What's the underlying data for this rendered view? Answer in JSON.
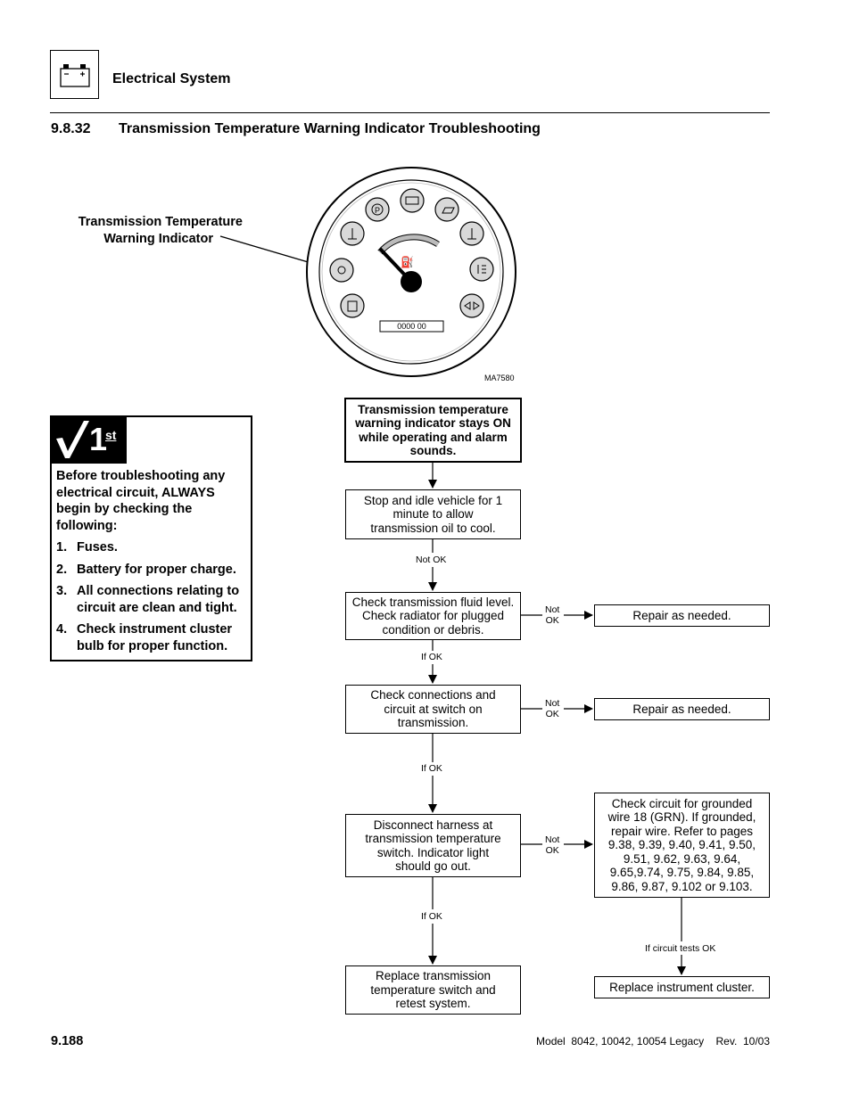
{
  "header": {
    "title": "Electrical System",
    "icon": "battery-icon"
  },
  "section": {
    "number": "9.8.32",
    "title": "Transmission Temperature Warning Indicator Troubleshooting"
  },
  "gauge": {
    "callout_line1": "Transmission Temperature",
    "callout_line2": "Warning Indicator",
    "hour_meter": "0000 00",
    "figure_id": "MA7580"
  },
  "note": {
    "badge_text": "1",
    "badge_sup": "st",
    "intro": "Before troubleshooting any electrical circuit, ALWAYS begin by checking the following:",
    "items": [
      {
        "num": "1.",
        "text": "Fuses."
      },
      {
        "num": "2.",
        "text": "Battery for proper charge."
      },
      {
        "num": "3.",
        "text": "All connections relating to circuit are clean and tight."
      },
      {
        "num": "4.",
        "text": "Check instrument cluster bulb for proper function."
      }
    ]
  },
  "flow": {
    "start": "Transmission temperature warning indicator stays ON while operating and alarm sounds.",
    "step1": "Stop and idle vehicle for 1 minute to allow transmission oil to cool.",
    "step1_out": "Not OK",
    "step2": "Check transmission fluid level. Check radiator for plugged condition or debris.",
    "step2_not_a": "Not",
    "step2_not_b": "OK",
    "step2_fix": "Repair as needed.",
    "step2_out": "If OK",
    "step3": "Check connections and circuit at switch on transmission.",
    "step3_not_a": "Not",
    "step3_not_b": "OK",
    "step3_fix": "Repair as needed.",
    "step3_out": "If OK",
    "step4": "Disconnect harness at transmission temperature switch. Indicator light should go out.",
    "step4_not_a": "Not",
    "step4_not_b": "OK",
    "step4_fix": "Check circuit for grounded wire 18 (GRN). If grounded, repair wire. Refer to pages 9.38, 9.39, 9.40, 9.41, 9.50, 9.51, 9.62, 9.63, 9.64, 9.65,9.74, 9.75, 9.84, 9.85, 9.86, 9.87, 9.102 or 9.103.",
    "step4_fix_out": "If circuit tests OK",
    "step4_fix_end": "Replace instrument cluster.",
    "step4_out": "If OK",
    "end": "Replace transmission temperature switch and retest system."
  },
  "footer": {
    "page": "9.188",
    "model": "Model  8042, 10042, 10054 Legacy    Rev.  10/03"
  }
}
